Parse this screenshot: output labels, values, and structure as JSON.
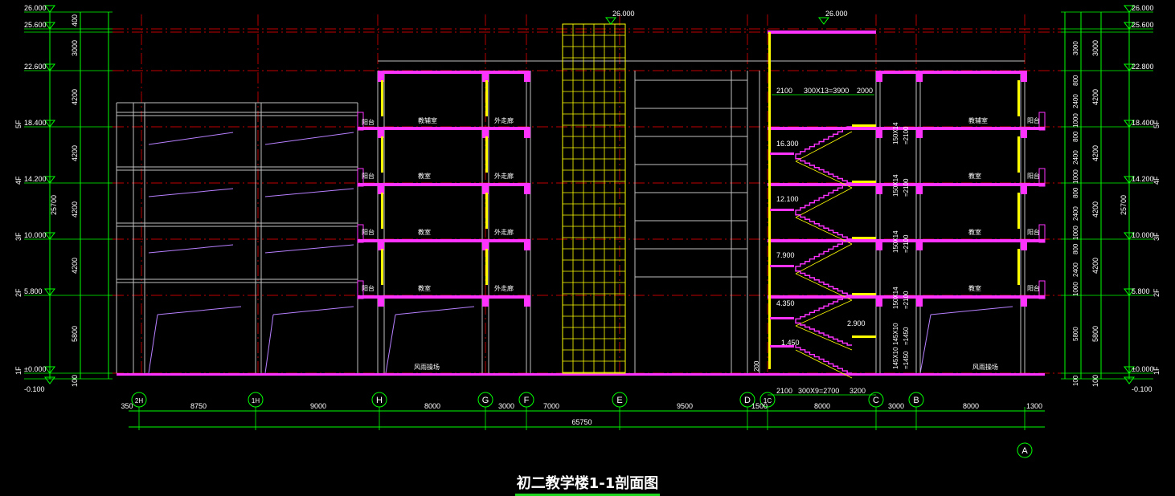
{
  "title": "初二教学楼1-1剖面图",
  "colors": {
    "background": "#000000",
    "dimension": "#00ff00",
    "axis": "#ff0000",
    "slab": "#ff33ff",
    "stair": "#ffff00",
    "wall": "#c0c0c0",
    "text": "#ffffff"
  },
  "elevations_left": [
    "26.000",
    "25.600",
    "22.600",
    "18.400",
    "14.200",
    "10.000",
    "5.800",
    "±0.000",
    "-0.100"
  ],
  "elevations_right": [
    "26.000",
    "25.600",
    "22.800",
    "18.400",
    "14.200",
    "10.000",
    "5.800",
    "±0.000",
    "-0.100"
  ],
  "floors": [
    "5F",
    "4F",
    "3F",
    "2F",
    "1F"
  ],
  "left_dims": [
    "400",
    "3000",
    "4200",
    "4200",
    "4200",
    "4200",
    "5800",
    "100"
  ],
  "left_total": "25700",
  "right_dims_outer": [
    "3000",
    "4200",
    "4200",
    "4200",
    "4200",
    "5800",
    "100"
  ],
  "right_total": "25700",
  "right_dims_inner": [
    "3000",
    "800",
    "2400",
    "1000",
    "800",
    "2400",
    "1000",
    "800",
    "2400",
    "1000",
    "800",
    "2400",
    "1000",
    "5800",
    "100"
  ],
  "top_levels": [
    "26.000",
    "26.000"
  ],
  "stair_levels": [
    "16.300",
    "12.100",
    "7.900",
    "4.350",
    "1.450",
    "2.900"
  ],
  "stair_top_dims": [
    "2100",
    "300X13=3900",
    "2000"
  ],
  "stair_bottom_dims": [
    "2100",
    "300X9=2700",
    "3200"
  ],
  "stair_flight_dims": [
    "150X14\n=2100",
    "150X14\n=2100",
    "150X14\n=2100",
    "150X14\n=2100",
    "145X10\n=1450",
    "145X10\n=1450"
  ],
  "axes": [
    "2H",
    "1H",
    "H",
    "G",
    "F",
    "E",
    "D",
    "1C",
    "C",
    "B",
    "A"
  ],
  "axis_dims": [
    "350",
    "8750",
    "9000",
    "8000",
    "3000",
    "7000",
    "9500",
    "1500",
    "8000",
    "3000",
    "8000",
    "1300"
  ],
  "axis_total": "65750",
  "axis_small": "200",
  "room_labels": {
    "balcony": "阳台",
    "office_left": "教辅室",
    "corridor": "外走廊",
    "classroom": "教室",
    "office_right": "教辅室",
    "ground": "风雨操场"
  }
}
